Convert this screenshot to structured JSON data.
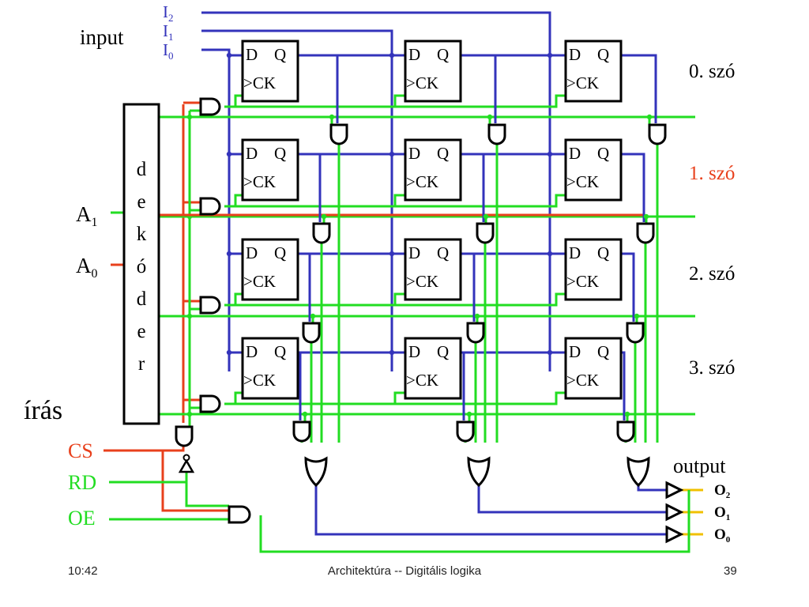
{
  "diagram": {
    "input_label": "input",
    "inputs": [
      {
        "base": "I",
        "sub": "2"
      },
      {
        "base": "I",
        "sub": "1"
      },
      {
        "base": "I",
        "sub": "0"
      }
    ],
    "flipflop": {
      "d": "D",
      "q": "Q",
      "ck": ">CK"
    },
    "words": [
      {
        "label": "0. szó",
        "color": "#000000"
      },
      {
        "label": "1. szó",
        "color": "#e8401c"
      },
      {
        "label": "2. szó",
        "color": "#000000"
      },
      {
        "label": "3. szó",
        "color": "#000000"
      }
    ],
    "decoder_letters": [
      "d",
      "e",
      "k",
      "ó",
      "d",
      "e",
      "r"
    ],
    "address": [
      {
        "base": "A",
        "sub": "1"
      },
      {
        "base": "A",
        "sub": "0"
      }
    ],
    "write_label": "írás",
    "controls": [
      {
        "label": "CS",
        "color": "#e8401c"
      },
      {
        "label": "RD",
        "color": "#22dd22"
      },
      {
        "label": "OE",
        "color": "#22dd22"
      }
    ],
    "output_label": "output",
    "outputs": [
      {
        "base": "O",
        "sub": "2"
      },
      {
        "base": "O",
        "sub": "1"
      },
      {
        "base": "O",
        "sub": "0"
      }
    ],
    "colors": {
      "data_wire": "#3333bb",
      "select_wire": "#22dd22",
      "cs_wire": "#e8401c",
      "output_wire": "#f0c000"
    }
  },
  "footer": {
    "time": "10:42",
    "title": "Architektúra -- Digitális logika",
    "page": "39"
  }
}
